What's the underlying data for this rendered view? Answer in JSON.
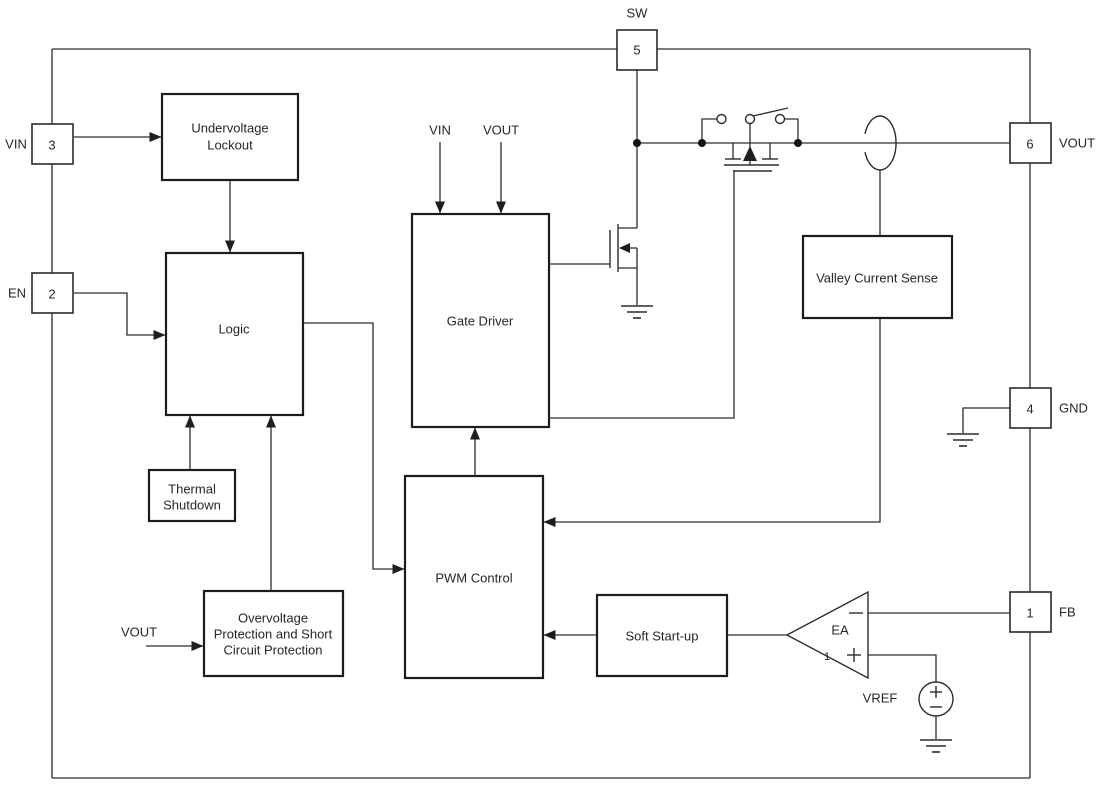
{
  "figure": {
    "kind": "functional block diagram"
  },
  "pins": {
    "sw": {
      "number": "5",
      "name": "SW"
    },
    "vin": {
      "number": "3",
      "name": "VIN"
    },
    "en": {
      "number": "2",
      "name": "EN"
    },
    "vout": {
      "number": "6",
      "name": "VOUT"
    },
    "gnd": {
      "number": "4",
      "name": "GND"
    },
    "fb": {
      "number": "1",
      "name": "FB"
    }
  },
  "blocks": {
    "uvlo": {
      "lines": [
        "Undervoltage",
        "Lockout"
      ]
    },
    "logic": {
      "label": "Logic"
    },
    "thermal": {
      "lines": [
        "Thermal",
        "Shutdown"
      ]
    },
    "ovp": {
      "lines": [
        "Overvoltage",
        "Protection and Short",
        "Circuit Protection"
      ]
    },
    "gate_driver": {
      "label": "Gate Driver"
    },
    "pwm": {
      "label": "PWM Control"
    },
    "soft_start": {
      "label": "Soft Start-up"
    },
    "valley": {
      "label": "Valley Current Sense"
    }
  },
  "signals": {
    "gate_driver_vin": "VIN",
    "gate_driver_vout": "VOUT",
    "ovp_input": "VOUT",
    "error_amp": "EA",
    "error_amp_node": "1",
    "vref": "VREF"
  },
  "colors": {
    "background": "#ffffff",
    "line": "#2d2d2d",
    "block_border": "#1c1c1c",
    "text": "#26262c"
  }
}
